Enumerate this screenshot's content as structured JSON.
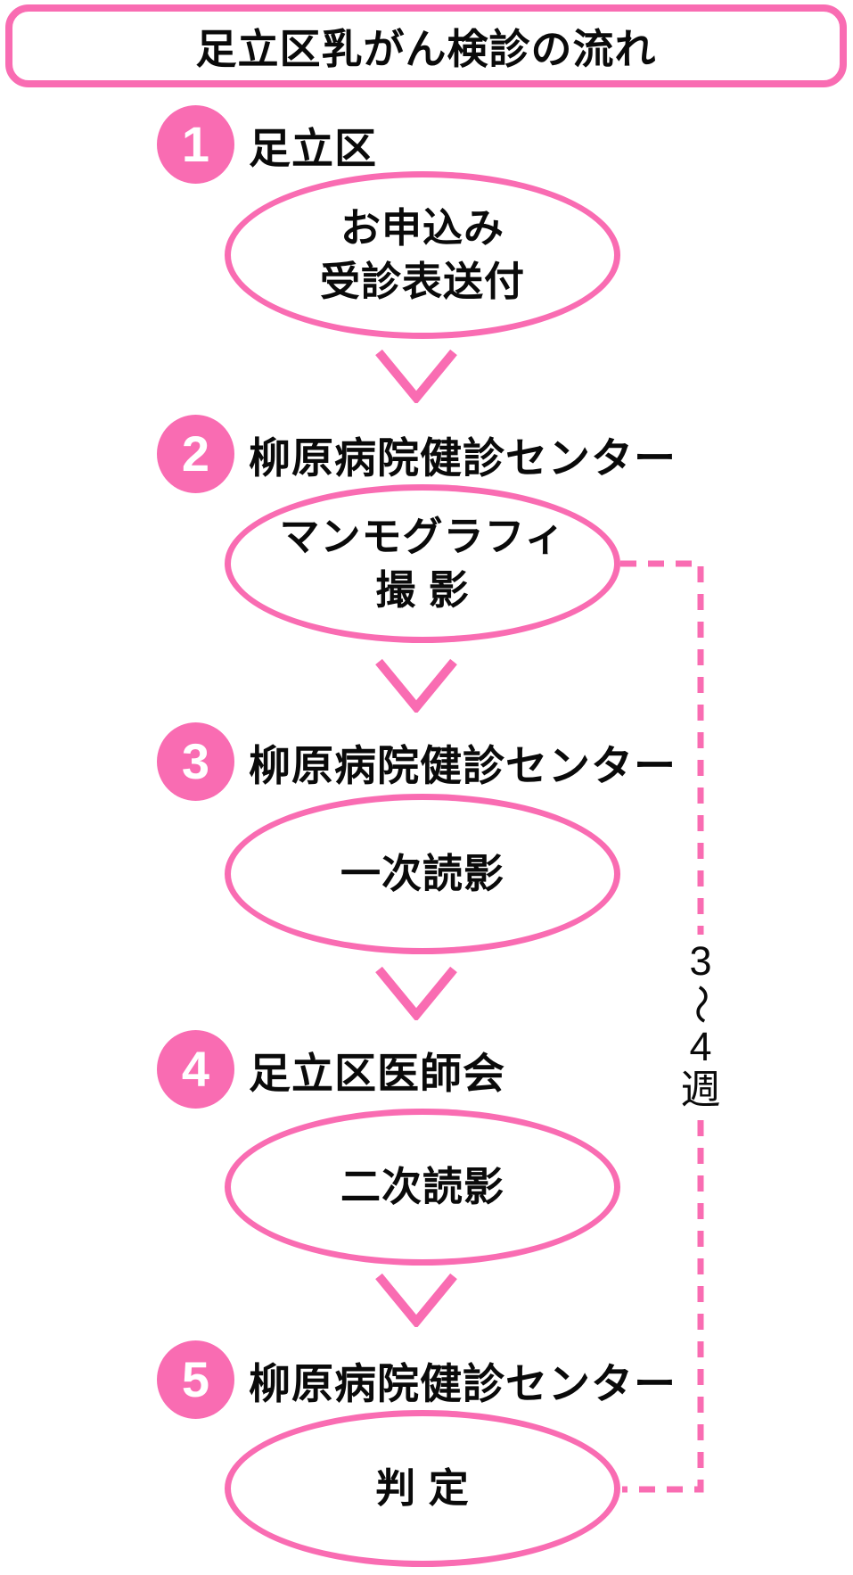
{
  "title": "足立区乳がん検診の流れ",
  "colors": {
    "pink": "#F96CB2",
    "text": "#0a0a0a",
    "background": "#ffffff"
  },
  "steps": [
    {
      "number": "1",
      "location": "足立区",
      "ellipse_line1": "お申込み",
      "ellipse_line2": "受診表送付"
    },
    {
      "number": "2",
      "location": "柳原病院健診センター",
      "ellipse_line1": "マンモグラフィ",
      "ellipse_line2": "撮 影"
    },
    {
      "number": "3",
      "location": "柳原病院健診センター",
      "ellipse_line1": "一次読影"
    },
    {
      "number": "4",
      "location": "足立区医師会",
      "ellipse_line1": "二次読影"
    },
    {
      "number": "5",
      "location": "柳原病院健診センター",
      "ellipse_line1": "判 定"
    }
  ],
  "annotation": {
    "duration": "3〜4週",
    "chars": [
      "3",
      "〜",
      "4",
      "週"
    ],
    "connects": "マンモグラフィ撮影 → 判定"
  }
}
